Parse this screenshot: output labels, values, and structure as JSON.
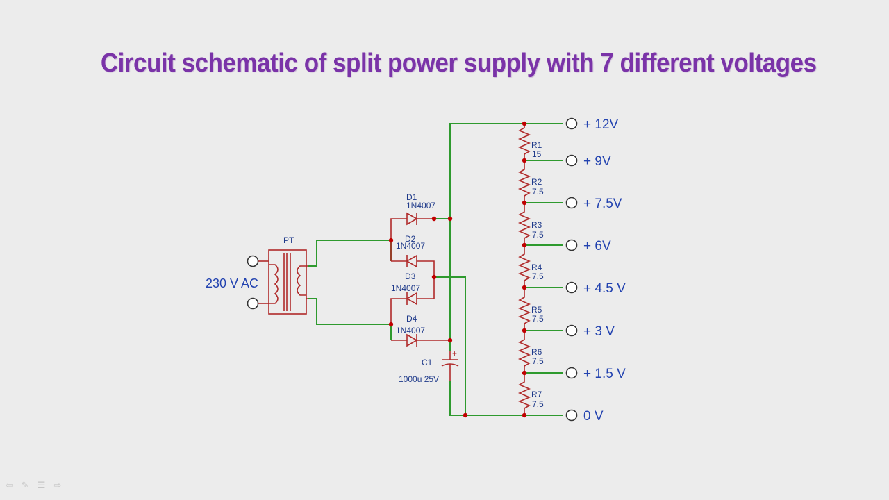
{
  "title": "Circuit schematic of split power supply with 7 different voltages",
  "colors": {
    "title": "#7a33a8",
    "wire": "#2e9a2e",
    "component": "#b02a2a",
    "label": "#2343b0",
    "node": "#c00000",
    "terminal": "#333333"
  },
  "transformer": {
    "ref": "PT",
    "input_label": "230 V AC"
  },
  "diodes": [
    {
      "ref": "D1",
      "part": "1N4007"
    },
    {
      "ref": "D2",
      "part": "1N4007"
    },
    {
      "ref": "D3",
      "part": "1N4007"
    },
    {
      "ref": "D4",
      "part": "1N4007"
    }
  ],
  "capacitor": {
    "ref": "C1",
    "value": "1000u 25V",
    "polarity": "+"
  },
  "resistors": [
    {
      "ref": "R1",
      "value": "15"
    },
    {
      "ref": "R2",
      "value": "7.5"
    },
    {
      "ref": "R3",
      "value": "7.5"
    },
    {
      "ref": "R4",
      "value": "7.5"
    },
    {
      "ref": "R5",
      "value": "7.5"
    },
    {
      "ref": "R6",
      "value": "7.5"
    },
    {
      "ref": "R7",
      "value": "7.5"
    }
  ],
  "outputs": [
    "+ 12V",
    "+ 9V",
    "+ 7.5V",
    "+ 6V",
    "+ 4.5 V",
    "+ 3 V",
    "+ 1.5 V",
    "0 V"
  ]
}
